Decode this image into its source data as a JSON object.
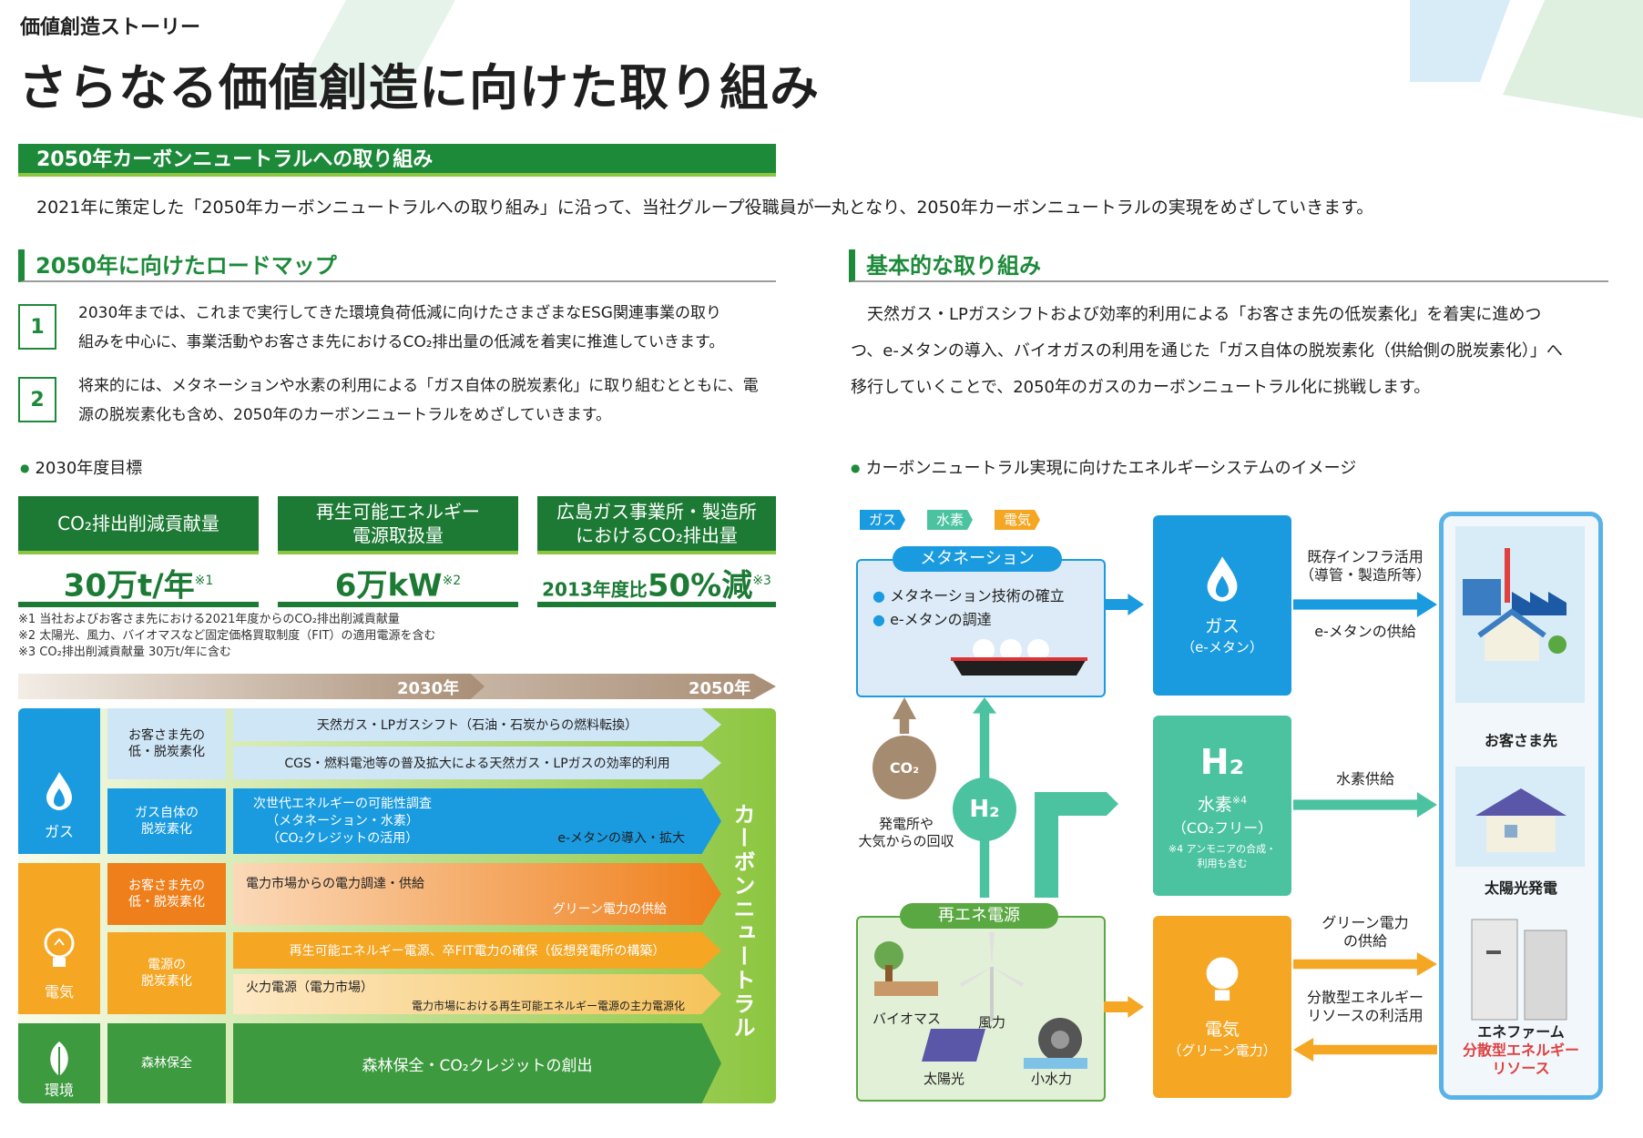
{
  "header": {
    "supertitle": "価値創造ストーリー",
    "title": "さらなる価値創造に向けた取り組み"
  },
  "section_main": {
    "heading": "2050年カーボンニュートラルへの取り組み",
    "intro": "2021年に策定した「2050年カーボンニュートラルへの取り組み」に沿って、当社グループ役職員が一丸となり、2050年カーボンニュートラルの実現をめざしていきます。"
  },
  "roadmap": {
    "heading": "2050年に向けたロードマップ",
    "items": [
      {
        "num": "1",
        "line1": "2030年までは、これまで実行してきた環境負荷低減に向けたさまざまなESG関連事業の取り",
        "line2": "組みを中心に、事業活動やお客さま先におけるCO₂排出量の低減を着実に推進していきます。"
      },
      {
        "num": "2",
        "line1": "将来的には、メタネーションや水素の利用による「ガス自体の脱炭素化」に取り組むとともに、電",
        "line2": "源の脱炭素化も含め、2050年のカーボンニュートラルをめざしていきます。"
      }
    ]
  },
  "basic": {
    "heading": "基本的な取り組み",
    "line1": "天然ガス・LPガスシフトおよび効率的利用による「お客さま先の低炭素化」を着実に進めつ",
    "line2": "つ、e-メタンの導入、バイオガスの利用を通じた「ガス自体の脱炭素化（供給側の脱炭素化）」へ",
    "line3": "移行していくことで、2050年のガスのカーボンニュートラル化に挑戦します。"
  },
  "targets": {
    "heading": "2030年度目標",
    "items": [
      {
        "head1": "CO₂排出削減貢献量",
        "head2": "",
        "value": "30万t/年",
        "mark": "※1"
      },
      {
        "head1": "再生可能エネルギー",
        "head2": "電源取扱量",
        "value": "6万kW",
        "mark": "※2"
      },
      {
        "head1": "広島ガス事業所・製造所",
        "head2": "におけるCO₂排出量",
        "prefix": "2013年度比",
        "value": "50%減",
        "mark": "※3"
      }
    ],
    "notes": [
      "※1 当社およびお客さま先における2021年度からのCO₂排出削減貢献量",
      "※2 太陽光、風力、バイオマスなど固定価格買取制度（FIT）の適用電源を含む",
      "※3 CO₂排出削減貢献量 30万t/年に含む"
    ]
  },
  "timeline": {
    "y2030": "2030年",
    "y2050": "2050年"
  },
  "roadmap_chart": {
    "gas": {
      "label": "ガス",
      "sub1": "お客さま先の\n低・脱炭素化",
      "sub2": "ガス自体の\n脱炭素化",
      "row1": "天然ガス・LPガスシフト（石油・石炭からの燃料転換）",
      "row2": "CGS・燃料電池等の普及拡大による天然ガス・LPガスの効率的利用",
      "row3a": "次世代エネルギーの可能性調査",
      "row3b": "（メタネーション・水素）",
      "row3c": "（CO₂クレジットの活用）",
      "row3d": "e-メタンの導入・拡大"
    },
    "elec": {
      "label": "電気",
      "sub1": "お客さま先の\n低・脱炭素化",
      "sub2": "電源の\n脱炭素化",
      "row1a": "電力市場からの電力調達・供給",
      "row1b": "グリーン電力の供給",
      "row2": "再生可能エネルギー電源、卒FIT電力の確保（仮想発電所の構築）",
      "row3a": "火力電源（電力市場）",
      "row3b": "電力市場における再生可能エネルギー電源の主力電源化"
    },
    "env": {
      "label": "環境",
      "sub1": "森林保全",
      "row1": "森林保全・CO₂クレジットの創出"
    },
    "goal": "カーボンニュートラル"
  },
  "energy_system": {
    "heading": "カーボンニュートラル実現に向けたエネルギーシステムのイメージ",
    "legend": [
      "ガス",
      "水素",
      "電気"
    ],
    "methanation": {
      "title": "メタネーション",
      "item1": "メタネーション技術の確立",
      "item2": "e-メタンの調達"
    },
    "co2": {
      "label": "CO₂",
      "caption1": "発電所や",
      "caption2": "大気からの回収"
    },
    "h2_label": "H₂",
    "renewable": {
      "title": "再エネ電源",
      "biomass": "バイオマス",
      "wind": "風力",
      "solar": "太陽光",
      "hydro": "小水力"
    },
    "gas_node": {
      "title": "ガス",
      "sub": "（e-メタン）"
    },
    "h2_node": {
      "big": "H₂",
      "title": "水素",
      "mark": "※4",
      "sub": "（CO₂フリー）",
      "note1": "※4 アンモニアの合成・",
      "note2": "利用も含む"
    },
    "elec_node": {
      "title": "電気",
      "sub": "（グリーン電力）"
    },
    "flows": {
      "infra1": "既存インフラ活用",
      "infra2": "（導管・製造所等）",
      "emethane": "e-メタンの供給",
      "h2supply": "水素供給",
      "green1": "グリーン電力",
      "green2": "の供給",
      "dist1": "分散型エネルギー",
      "dist2": "リソースの利活用"
    },
    "customers": {
      "c1": "お客さま先",
      "c2": "太陽光発電",
      "c3": "エネファーム",
      "c4a": "分散型エネルギー",
      "c4b": "リソース"
    }
  },
  "colors": {
    "green": "#1d8a3a",
    "gas_blue": "#1a9be0",
    "elec_orange": "#f5a623",
    "env_green": "#3d9a3f"
  }
}
